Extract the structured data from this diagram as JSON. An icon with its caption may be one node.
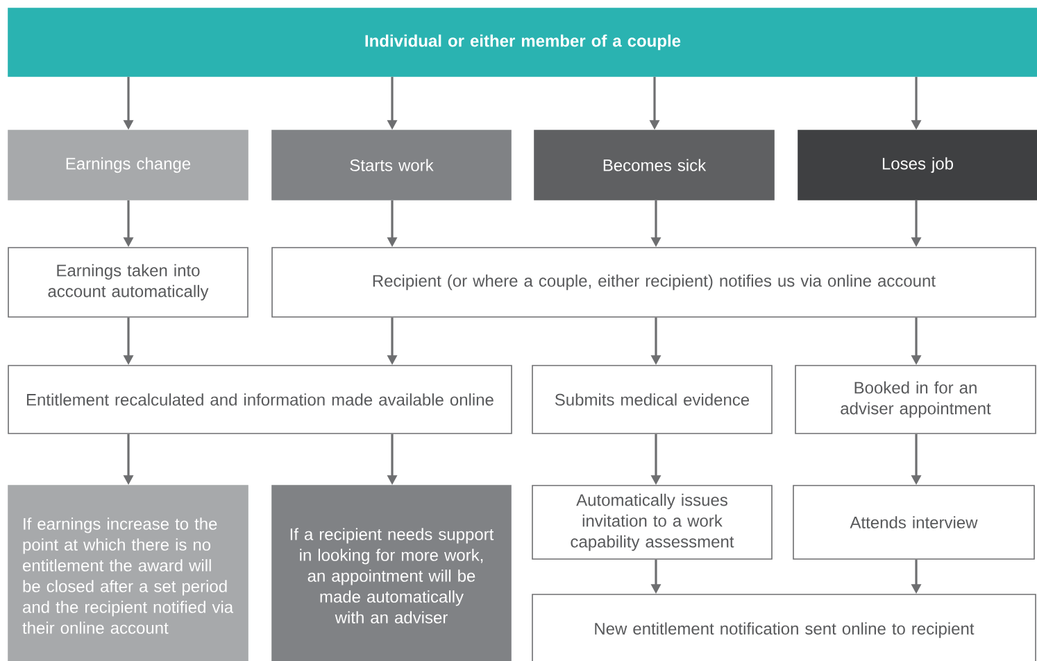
{
  "diagram": {
    "nodes": [
      {
        "text": [
          "Individual or either member of a couple"
        ]
      },
      {
        "text": [
          "Earnings change"
        ]
      },
      {
        "text": [
          "Starts work"
        ]
      },
      {
        "text": [
          "Becomes sick"
        ]
      },
      {
        "text": [
          "Loses job"
        ]
      },
      {
        "text": [
          "Earnings taken into account automatically"
        ]
      },
      {
        "text": [
          "Recipient (or where a couple, either recipient) notifies us via online account"
        ]
      },
      {
        "text": [
          "Entitlement recalculated and information made available online"
        ]
      },
      {
        "text": [
          "Submits medical evidence"
        ]
      },
      {
        "text": [
          "Booked in for an adviser appointment"
        ]
      },
      {
        "text": [
          "If earnings increase to the point at which there is no entitlement the award will be closed after a set period and the recipient notified via their online account"
        ]
      },
      {
        "text": [
          "If a recipient needs support in looking for more work, an appointment will be made automatically with an adviser"
        ]
      },
      {
        "text": [
          "Automatically issues invitation to a work capability assessment"
        ]
      },
      {
        "text": [
          "Attends interview"
        ]
      },
      {
        "text": [
          "New entitlement notification sent online to recipient"
        ]
      }
    ],
    "edges": [
      {
        "from": 0,
        "to": 1,
        "arrow": "to"
      },
      {
        "from": 0,
        "to": 2,
        "arrow": "to"
      },
      {
        "from": 0,
        "to": 3,
        "arrow": "to"
      },
      {
        "from": 0,
        "to": 4,
        "arrow": "to"
      },
      {
        "from": 1,
        "to": 5,
        "arrow": "to"
      },
      {
        "from": 2,
        "to": 6,
        "arrow": "to"
      },
      {
        "from": 3,
        "to": 6,
        "arrow": "to"
      },
      {
        "from": 4,
        "to": 6,
        "arrow": "to"
      },
      {
        "from": 5,
        "to": 7,
        "arrow": "to"
      },
      {
        "from": 6,
        "to": 7,
        "arrow": "to"
      },
      {
        "from": 6,
        "to": 8,
        "arrow": "to"
      },
      {
        "from": 6,
        "to": 9,
        "arrow": "to"
      },
      {
        "from": 7,
        "to": 10,
        "arrow": "to"
      },
      {
        "from": 7,
        "to": 11,
        "arrow": "to"
      },
      {
        "from": 8,
        "to": 12,
        "arrow": "to"
      },
      {
        "from": 9,
        "to": 13,
        "arrow": "to"
      },
      {
        "from": 12,
        "to": 14,
        "arrow": "to"
      },
      {
        "from": 13,
        "to": 14,
        "arrow": "to"
      }
    ]
  }
}
